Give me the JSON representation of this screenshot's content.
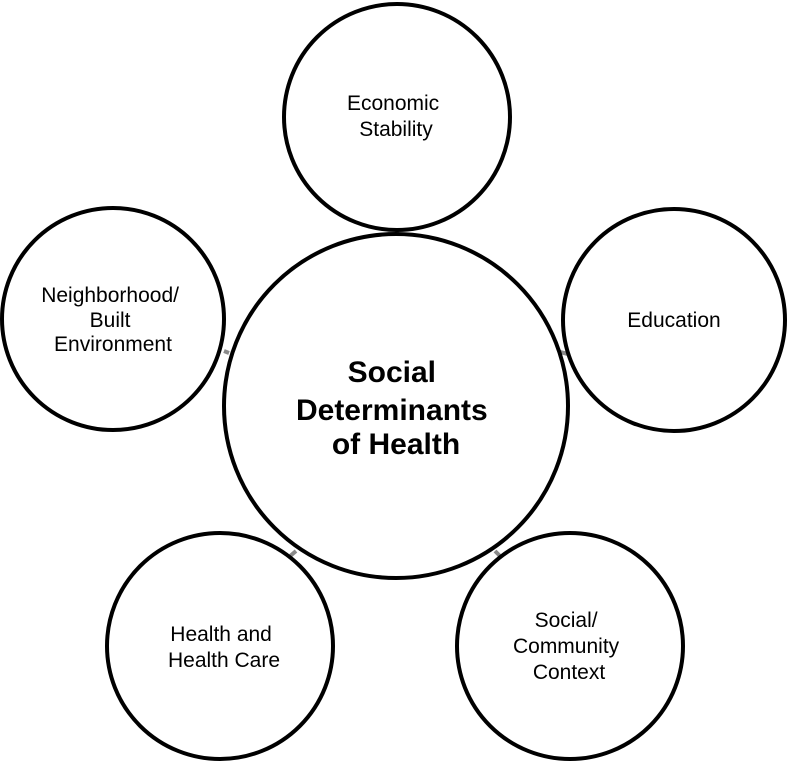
{
  "center": {
    "lines": [
      "Social",
      "Determinants",
      "of Health"
    ]
  },
  "satellites": [
    {
      "id": "economic",
      "lines": [
        "Economic",
        "Stability"
      ]
    },
    {
      "id": "education",
      "lines": [
        "Education"
      ]
    },
    {
      "id": "social",
      "lines": [
        "Social/",
        "Community",
        "Context"
      ]
    },
    {
      "id": "health",
      "lines": [
        "Health and",
        "Health Care"
      ]
    },
    {
      "id": "neighborhood",
      "lines": [
        "Neighborhood/",
        "Built",
        "Environment"
      ]
    }
  ],
  "colors": {
    "stroke": "#000000",
    "connector": "#8a8a8a",
    "fill": "#ffffff"
  }
}
